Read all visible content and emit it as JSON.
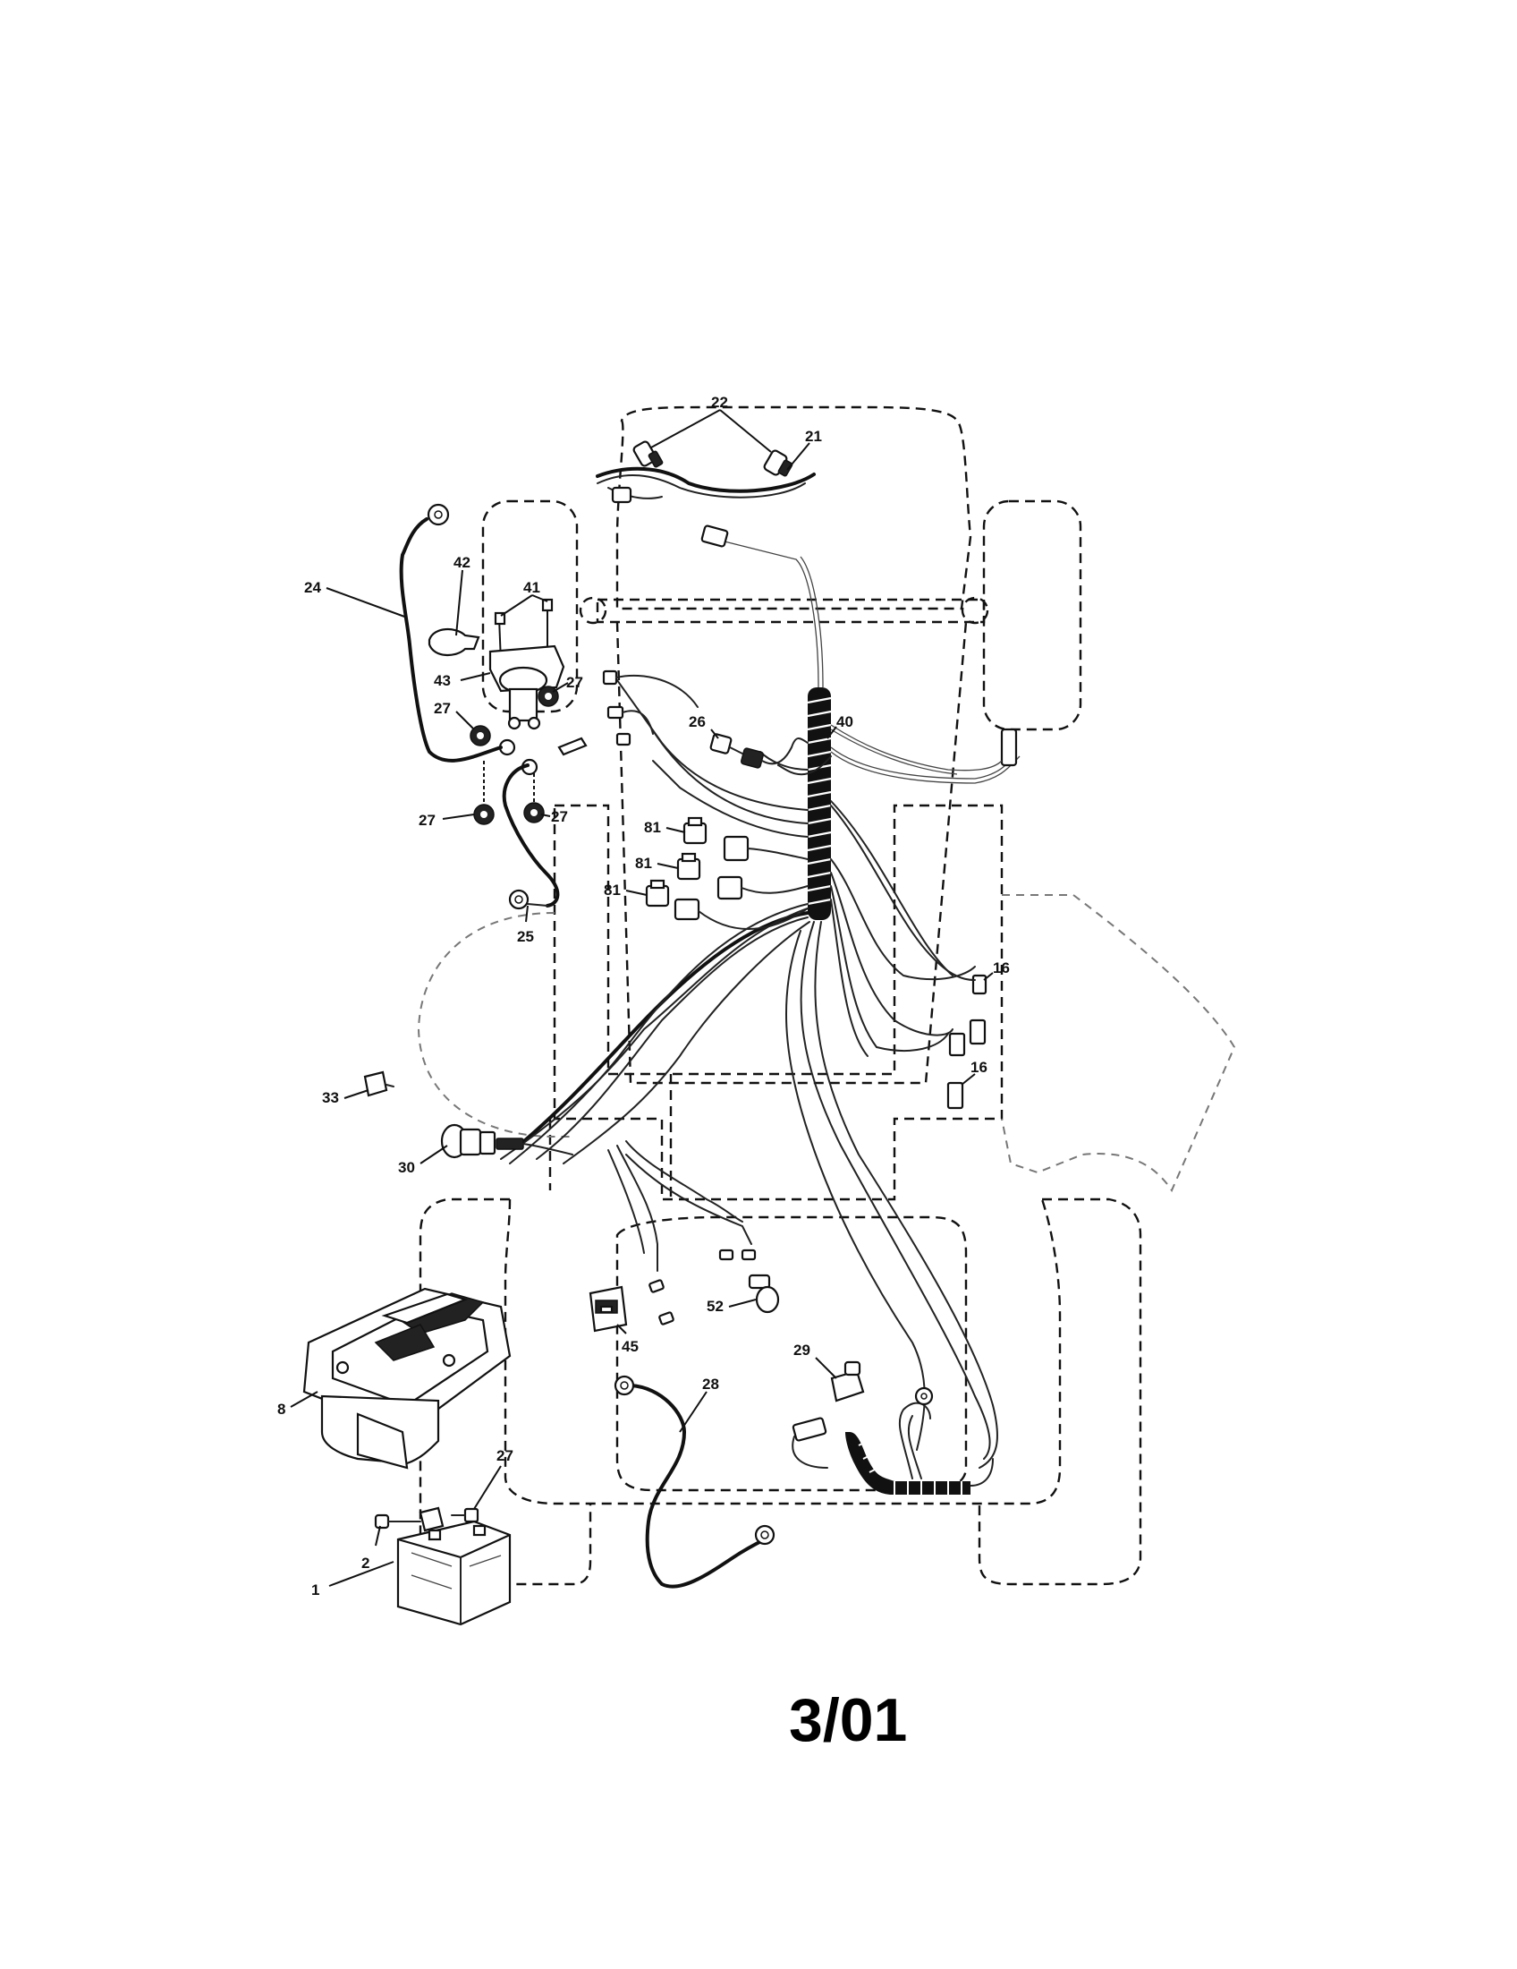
{
  "diagram": {
    "callouts": [
      "22",
      "21",
      "24",
      "42",
      "41",
      "43",
      "27",
      "26",
      "40",
      "81",
      "16",
      "25",
      "33",
      "30",
      "8",
      "52",
      "45",
      "29",
      "28",
      "2",
      "1"
    ],
    "date_code": "3/01"
  }
}
